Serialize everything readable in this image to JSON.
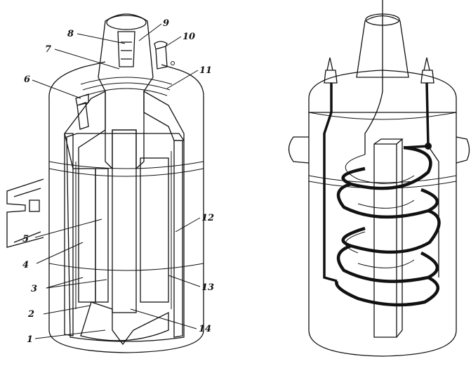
{
  "figure": {
    "colors": {
      "ink": "#111111",
      "paper": "#ffffff",
      "hatch": "#222222"
    },
    "callouts": [
      {
        "id": "c1",
        "text": "1"
      },
      {
        "id": "c2",
        "text": "2"
      },
      {
        "id": "c3",
        "text": "3"
      },
      {
        "id": "c4",
        "text": "4"
      },
      {
        "id": "c5",
        "text": "5"
      },
      {
        "id": "c6",
        "text": "6"
      },
      {
        "id": "c7",
        "text": "7"
      },
      {
        "id": "c8",
        "text": "8"
      },
      {
        "id": "c9",
        "text": "9"
      },
      {
        "id": "c10",
        "text": "10"
      },
      {
        "id": "c11",
        "text": "11"
      },
      {
        "id": "c12",
        "text": "12"
      },
      {
        "id": "c13",
        "text": "13"
      },
      {
        "id": "c14",
        "text": "14"
      }
    ]
  }
}
